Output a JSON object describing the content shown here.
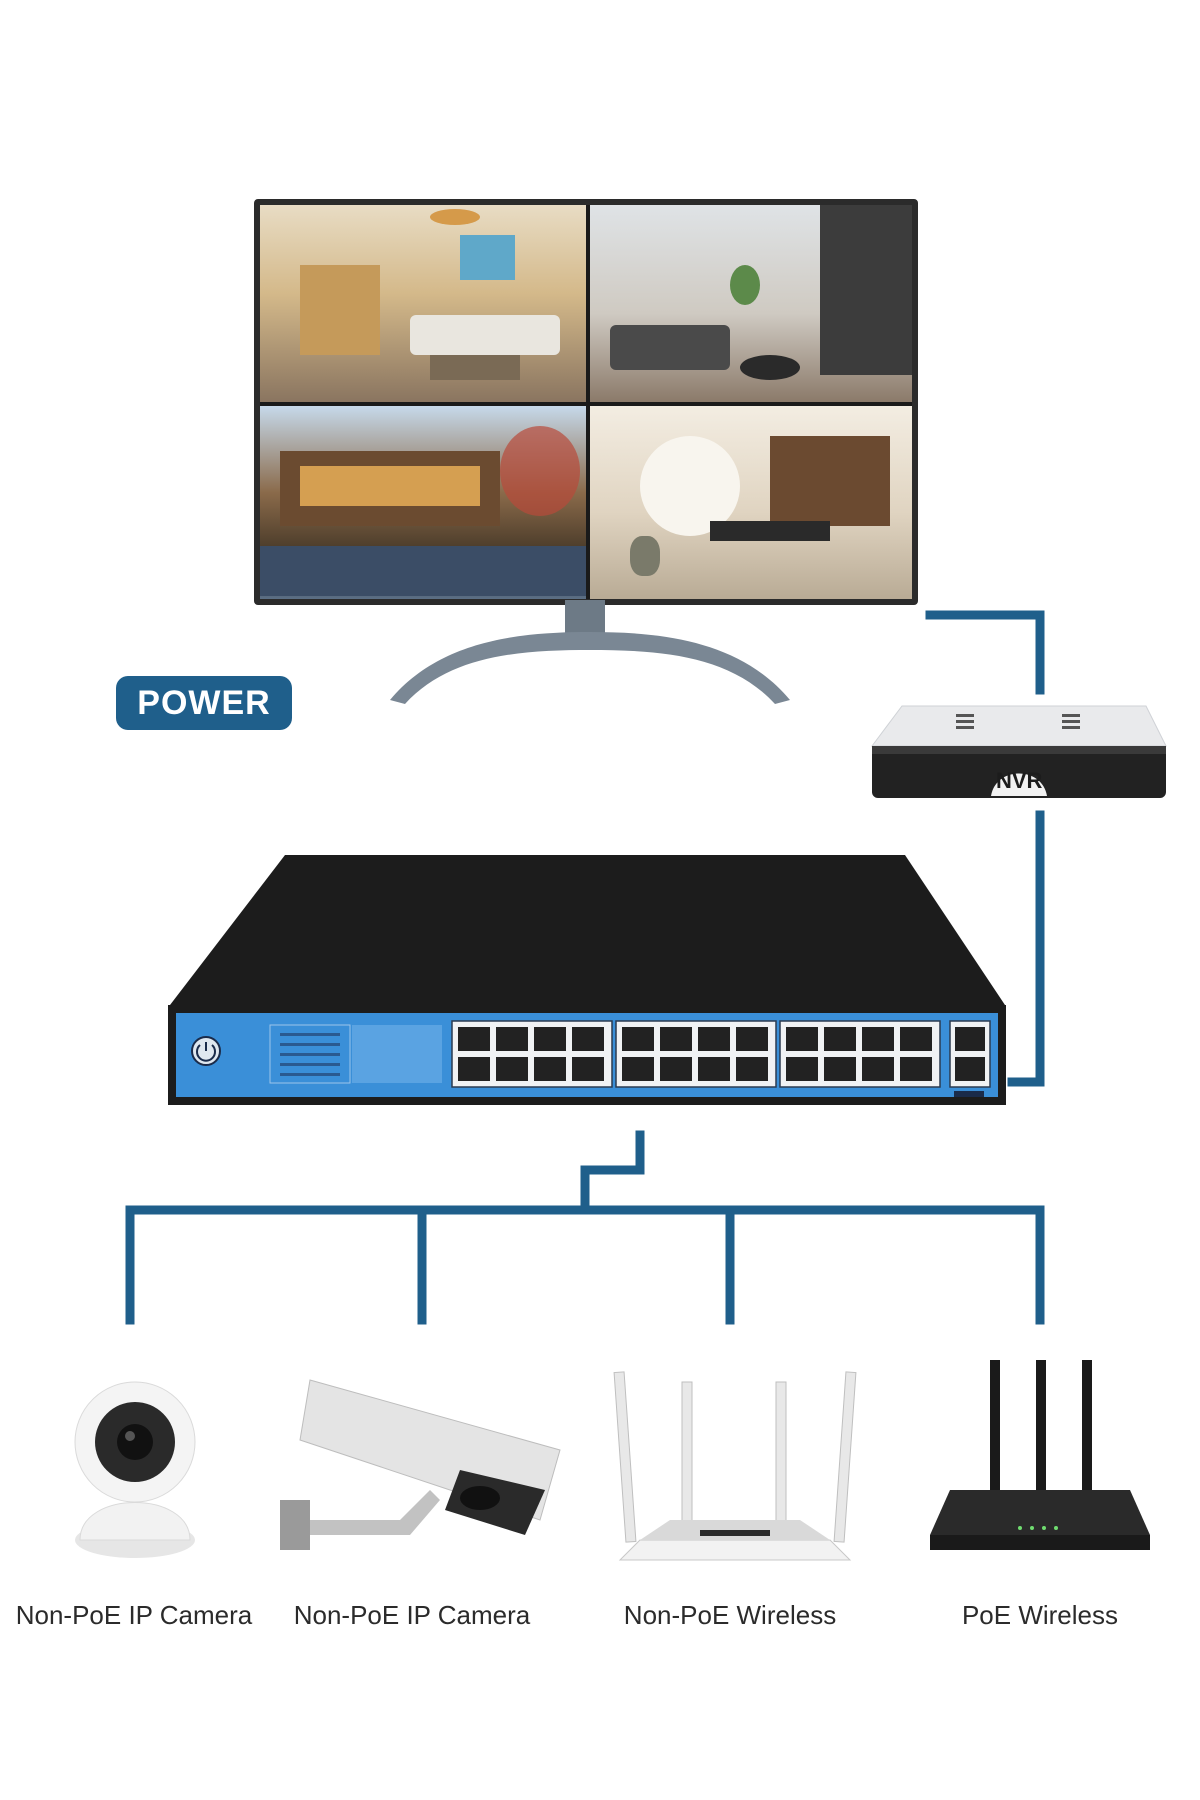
{
  "power_label": "POWER",
  "nvr_label": "NVR",
  "devices": [
    {
      "label": "Non-PoE IP Camera",
      "icon": "dome-camera-icon"
    },
    {
      "label": "Non-PoE IP Camera",
      "icon": "bullet-camera-icon"
    },
    {
      "label": "Non-PoE Wireless",
      "icon": "wifi-router-icon"
    },
    {
      "label": "PoE Wireless",
      "icon": "poe-router-icon"
    }
  ],
  "colors": {
    "link_line": "#1f5f8b",
    "switch_front": "#3a8fd8",
    "switch_body": "#1c1c1c",
    "badge": "#1f5f8b"
  }
}
